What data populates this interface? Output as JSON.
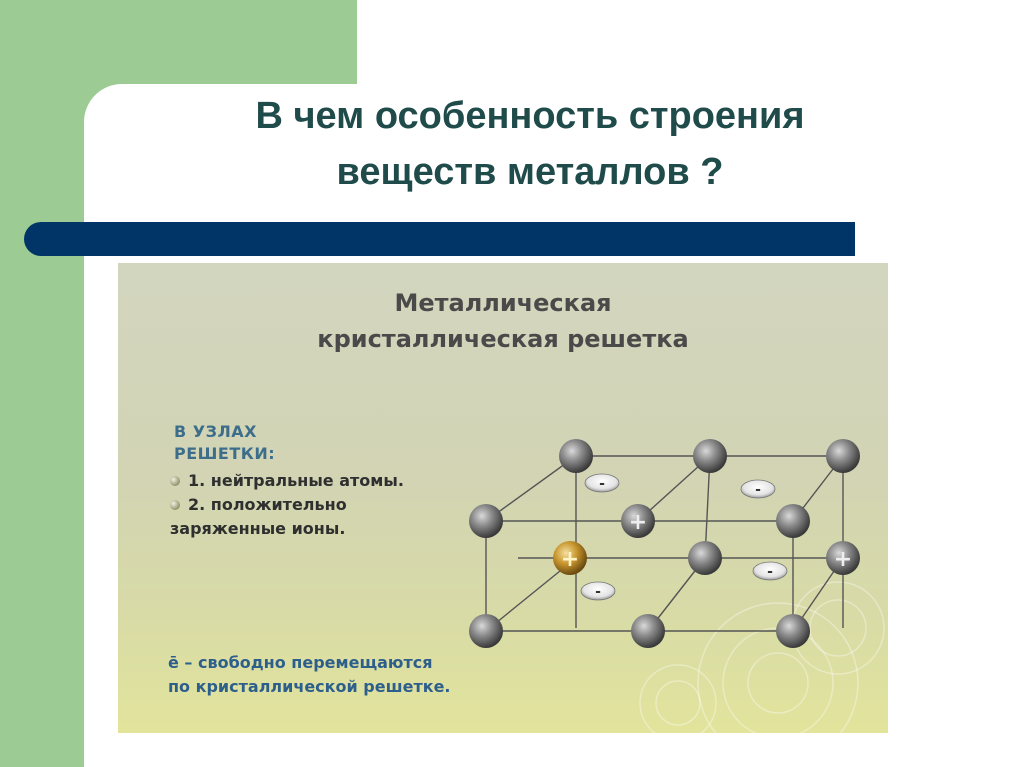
{
  "slide": {
    "title_line1": "В чем особенность строения",
    "title_line2": "веществ металлов ?"
  },
  "figure": {
    "title_line1": "Металлическая",
    "title_line2": "кристаллическая решетка",
    "nodes_heading_line1": "В УЗЛАХ",
    "nodes_heading_line2": "РЕШЕТКИ:",
    "item1": "1. нейтральные атомы.",
    "item2": "2. положительно",
    "item2_cont": "заряженные ионы.",
    "note_line1": "ē – свободно перемещаются",
    "note_line2": "по кристаллической решетке.",
    "plus_symbol": "+",
    "minus_symbol": "-"
  },
  "colors": {
    "green_band": "#9ccc93",
    "title_text": "#1f4b4a",
    "blue_bar": "#013567",
    "heading_blue": "#3c6e8c",
    "note_blue": "#2d5f8c"
  }
}
